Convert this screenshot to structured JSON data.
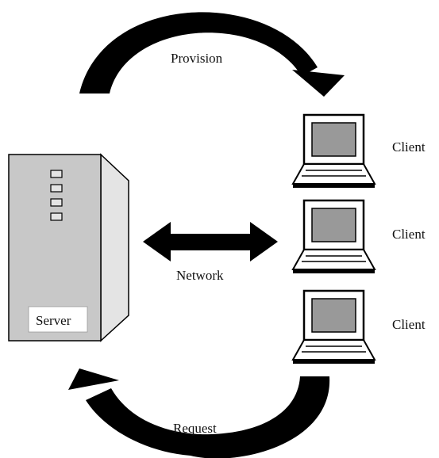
{
  "labels": {
    "provision": "Provision",
    "network": "Network",
    "request": "Request",
    "server": "Server",
    "clients": [
      "Client",
      "Client",
      "Client"
    ]
  },
  "colors": {
    "arrow": "#000000",
    "server_face": "#c8c8c8",
    "server_side": "#e4e4e4",
    "screen": "#999999",
    "outline": "#000000"
  },
  "icons": [
    "server-icon",
    "laptop-icon",
    "curved-arrow-icon",
    "double-headed-arrow-icon"
  ]
}
